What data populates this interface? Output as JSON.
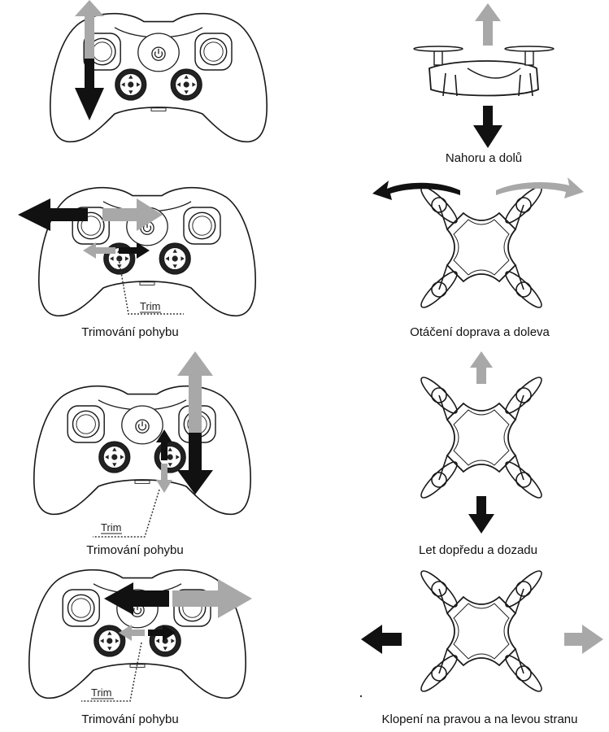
{
  "captions": {
    "updown": "Nahoru a dolů",
    "trim1": "Trimování pohybu",
    "yaw": "Otáčení doprava a doleva",
    "trim2": "Trimování pohybu",
    "pitch": "Let dopředu a dozadu",
    "trim3": "Trimování pohybu",
    "roll": "Klopení na pravou a na levou stranu"
  },
  "trim_label": "Trim",
  "colors": {
    "outline": "#1a1a1a",
    "arrow_dark": "#111111",
    "arrow_light": "#a8a8a8"
  }
}
